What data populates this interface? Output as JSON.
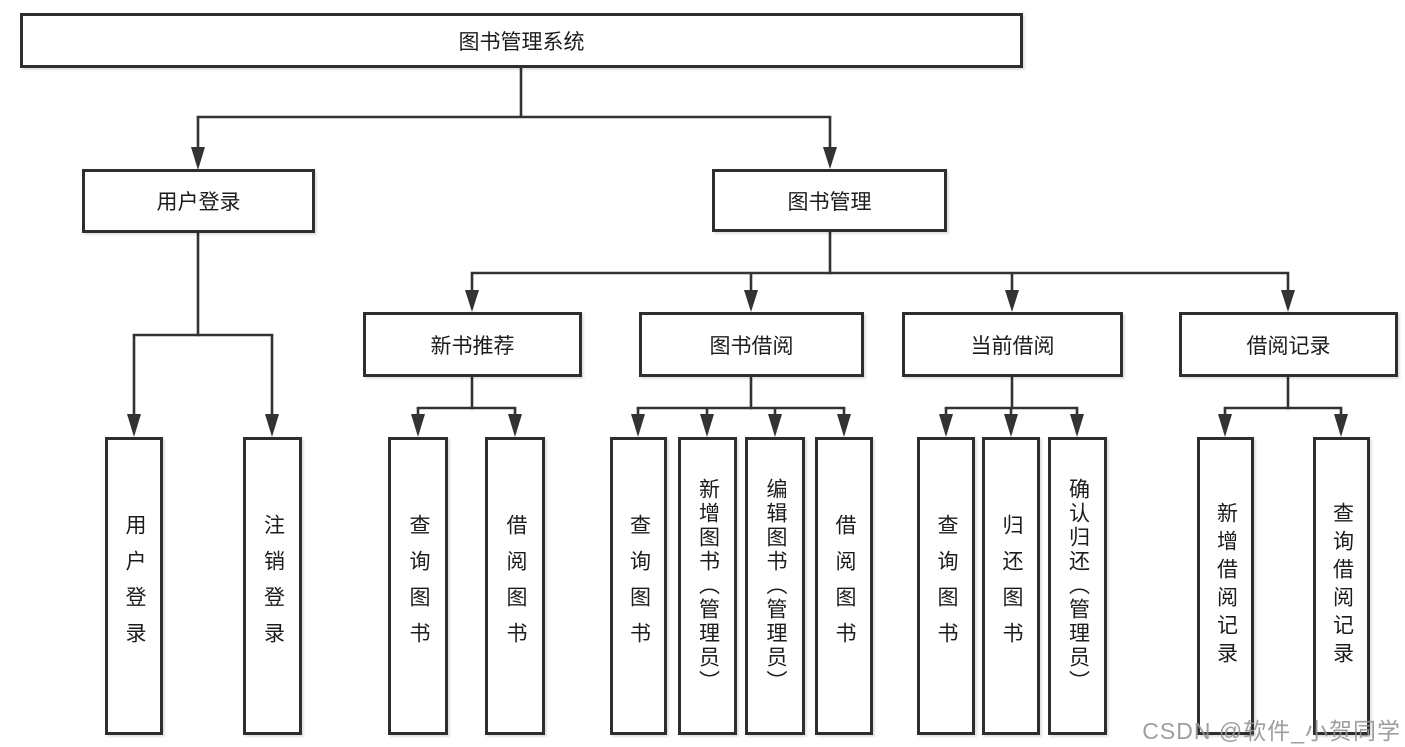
{
  "tree": {
    "root": {
      "label": "图书管理系统"
    },
    "branches": [
      {
        "label": "用户登录",
        "leaves": [
          {
            "label": "用户登录"
          },
          {
            "label": "注销登录"
          }
        ]
      },
      {
        "label": "图书管理",
        "groups": [
          {
            "label": "新书推荐",
            "leaves": [
              {
                "label": "查询图书"
              },
              {
                "label": "借阅图书"
              }
            ]
          },
          {
            "label": "图书借阅",
            "leaves": [
              {
                "label": "查询图书"
              },
              {
                "label": "新增图书（管理员）"
              },
              {
                "label": "编辑图书（管理员）"
              },
              {
                "label": "借阅图书"
              }
            ]
          },
          {
            "label": "当前借阅",
            "leaves": [
              {
                "label": "查询图书"
              },
              {
                "label": "归还图书"
              },
              {
                "label": "确认归还（管理员）"
              }
            ]
          },
          {
            "label": "借阅记录",
            "leaves": [
              {
                "label": "新增借阅记录"
              },
              {
                "label": "查询借阅记录"
              }
            ]
          }
        ]
      }
    ]
  },
  "watermark": {
    "text": "CSDN @软件_小贺同学"
  },
  "colors": {
    "line": "#333333",
    "box_border": "#2e2e2e",
    "text": "#1c1c1c",
    "watermark": "#949494",
    "background": "#ffffff"
  }
}
